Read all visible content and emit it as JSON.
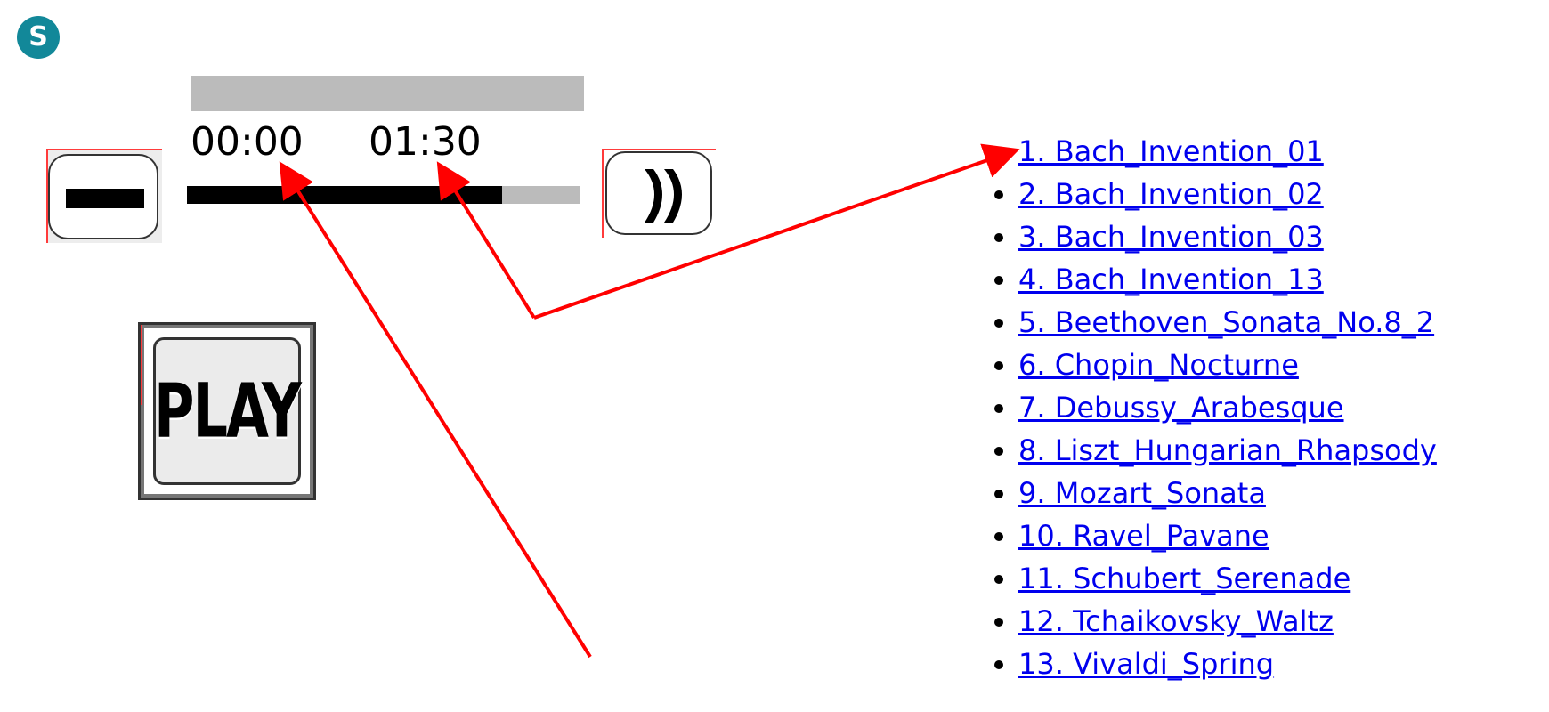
{
  "app": {
    "badge_letter": "S",
    "badge_color": "#128899"
  },
  "player": {
    "current_time": "00:00",
    "total_time": "01:30",
    "progress_fraction": 0.8,
    "minus_icon": "minus-icon",
    "forward_icon": "forward-icon",
    "play_label": "PLAY"
  },
  "playlist": {
    "items": [
      "1. Bach_Invention_01",
      "2. Bach_Invention_02",
      "3. Bach_Invention_03",
      "4. Bach_Invention_13",
      "5. Beethoven_Sonata_No.8_2",
      "6. Chopin_Nocturne",
      "7. Debussy_Arabesque",
      "8. Liszt_Hungarian_Rhapsody",
      "9. Mozart_Sonata",
      "10. Ravel_Pavane",
      "11. Schubert_Serenade",
      "12. Tchaikovsky_Waltz",
      "13. Vivaldi_Spring"
    ],
    "link_color": "#0000ee"
  },
  "colors": {
    "annotation": "#ff0000",
    "bar_gray": "#bbbbbb",
    "bar_fill": "#000000"
  }
}
